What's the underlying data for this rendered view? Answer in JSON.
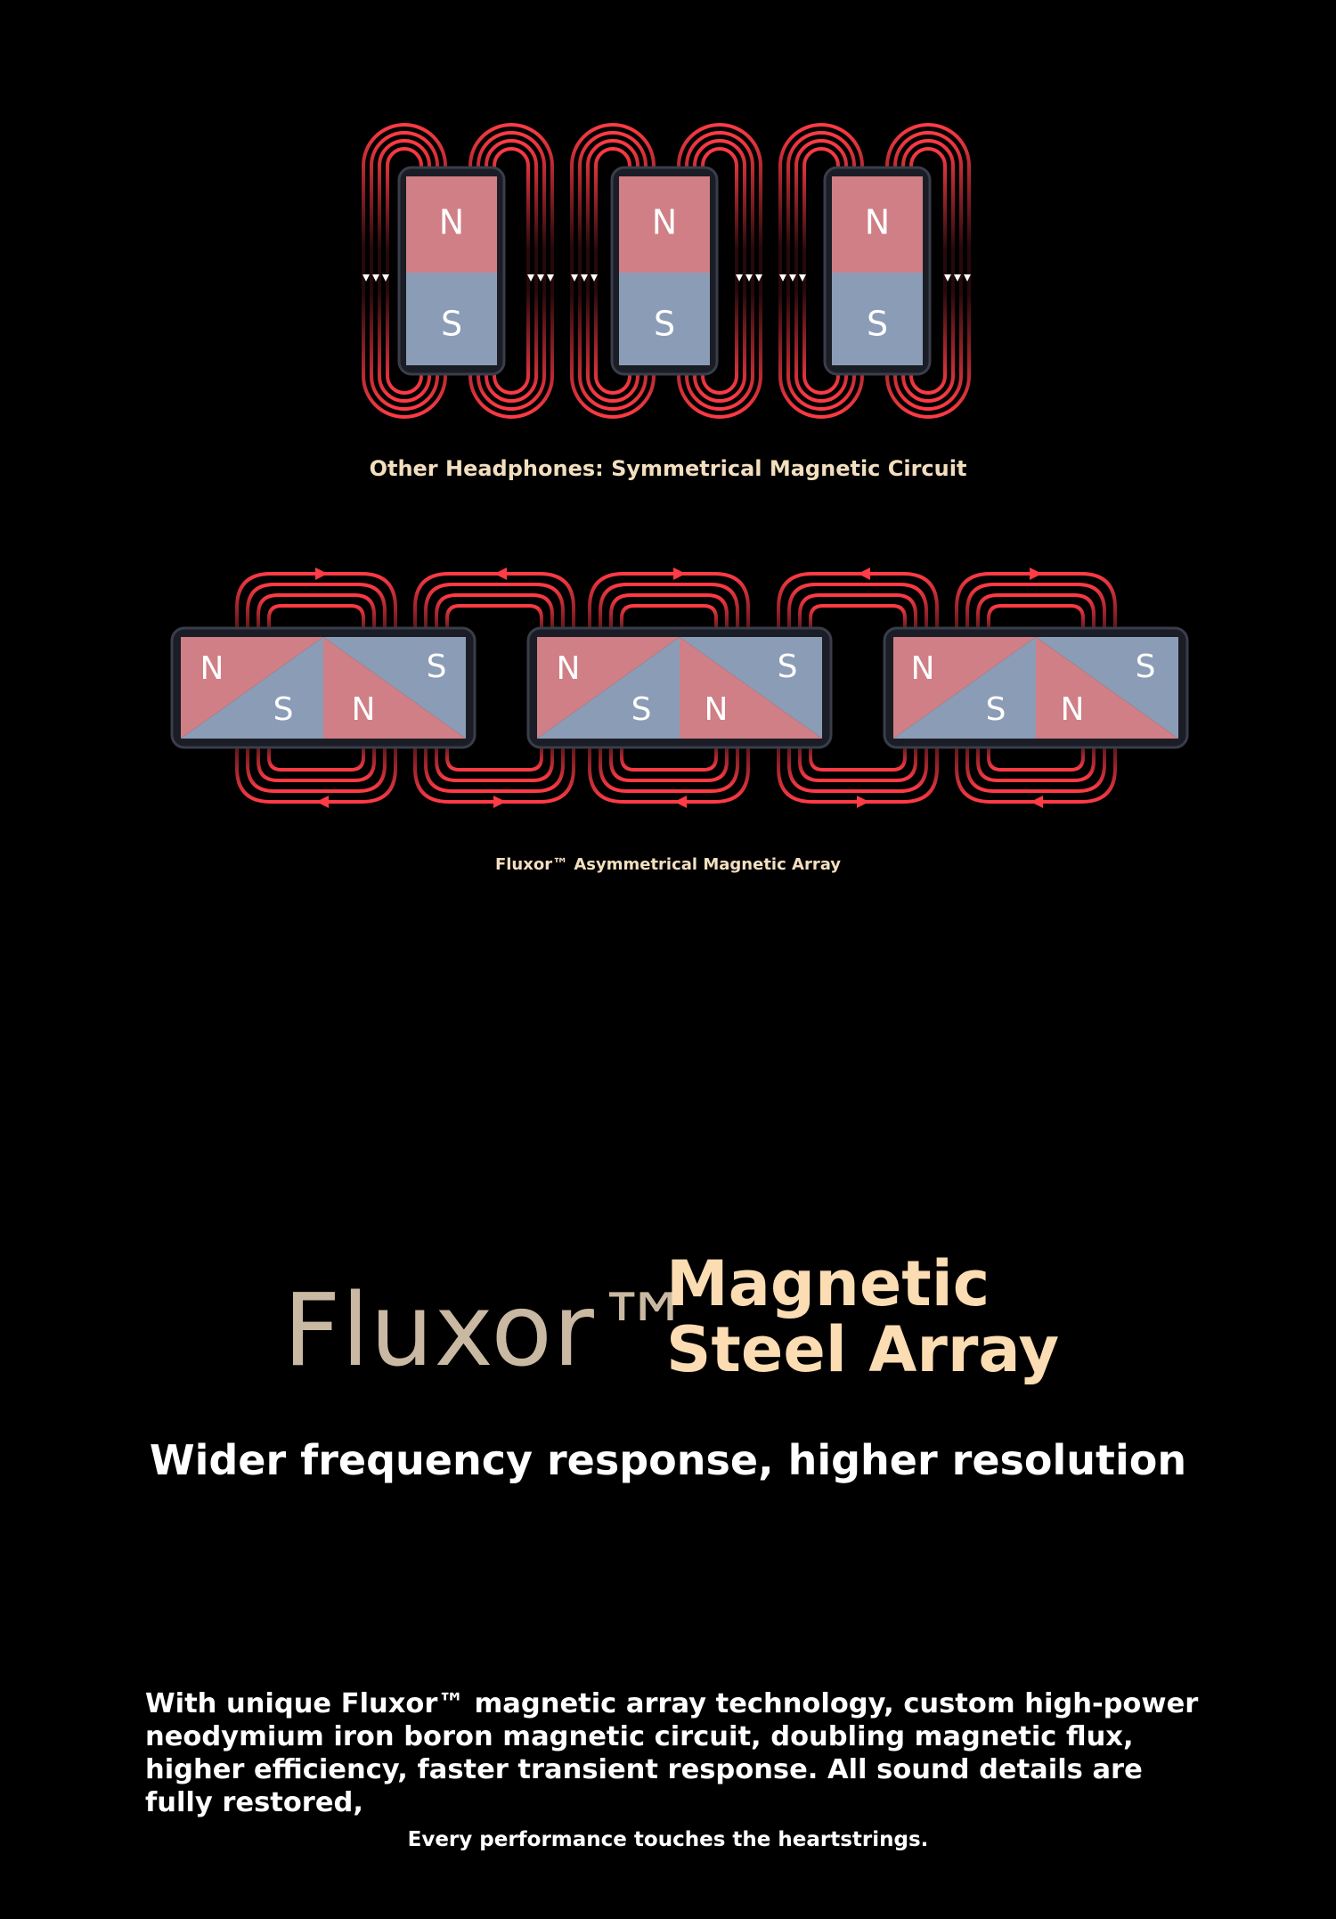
{
  "diagram": {
    "top_caption": "Other Headphones: Symmetrical Magnetic Circuit",
    "bottom_caption": "Fluxor™ Asymmetrical Magnetic Array",
    "pole_north": "N",
    "pole_south": "S",
    "colors": {
      "north": "#cf7f85",
      "south": "#8b9cb6",
      "field_lines": "#ff3b45",
      "caption": "#f3dfbf"
    }
  },
  "headline": {
    "brand": "Fluxor™",
    "title_line1": "Magnetic",
    "title_line2": "Steel Array",
    "subtitle": "Wider frequency response, higher resolution"
  },
  "body": {
    "description": "With unique Fluxor™ magnetic array technology, custom high-power neodymium iron boron magnetic circuit, doubling magnetic flux, higher efficiency, faster transient response. All sound details are fully restored,",
    "tagline": "Every performance touches the heartstrings."
  }
}
